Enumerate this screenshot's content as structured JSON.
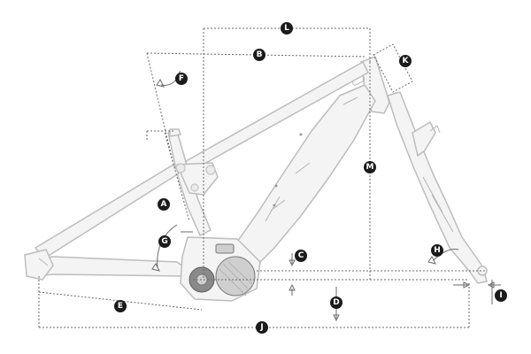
{
  "diagram": {
    "labels": {
      "A": "A",
      "B": "B",
      "C": "C",
      "D": "D",
      "E": "E",
      "F": "F",
      "G": "G",
      "H": "H",
      "I": "I",
      "J": "J",
      "K": "K",
      "L": "L",
      "M": "M"
    },
    "colors": {
      "frame": "#f4f4f4",
      "frame_stroke": "#bdbdbd",
      "dimension_line": "#6b6b6b",
      "badge": "#1b1b1b",
      "badge_text": "#ffffff",
      "motor": "#8a8a8a"
    }
  }
}
